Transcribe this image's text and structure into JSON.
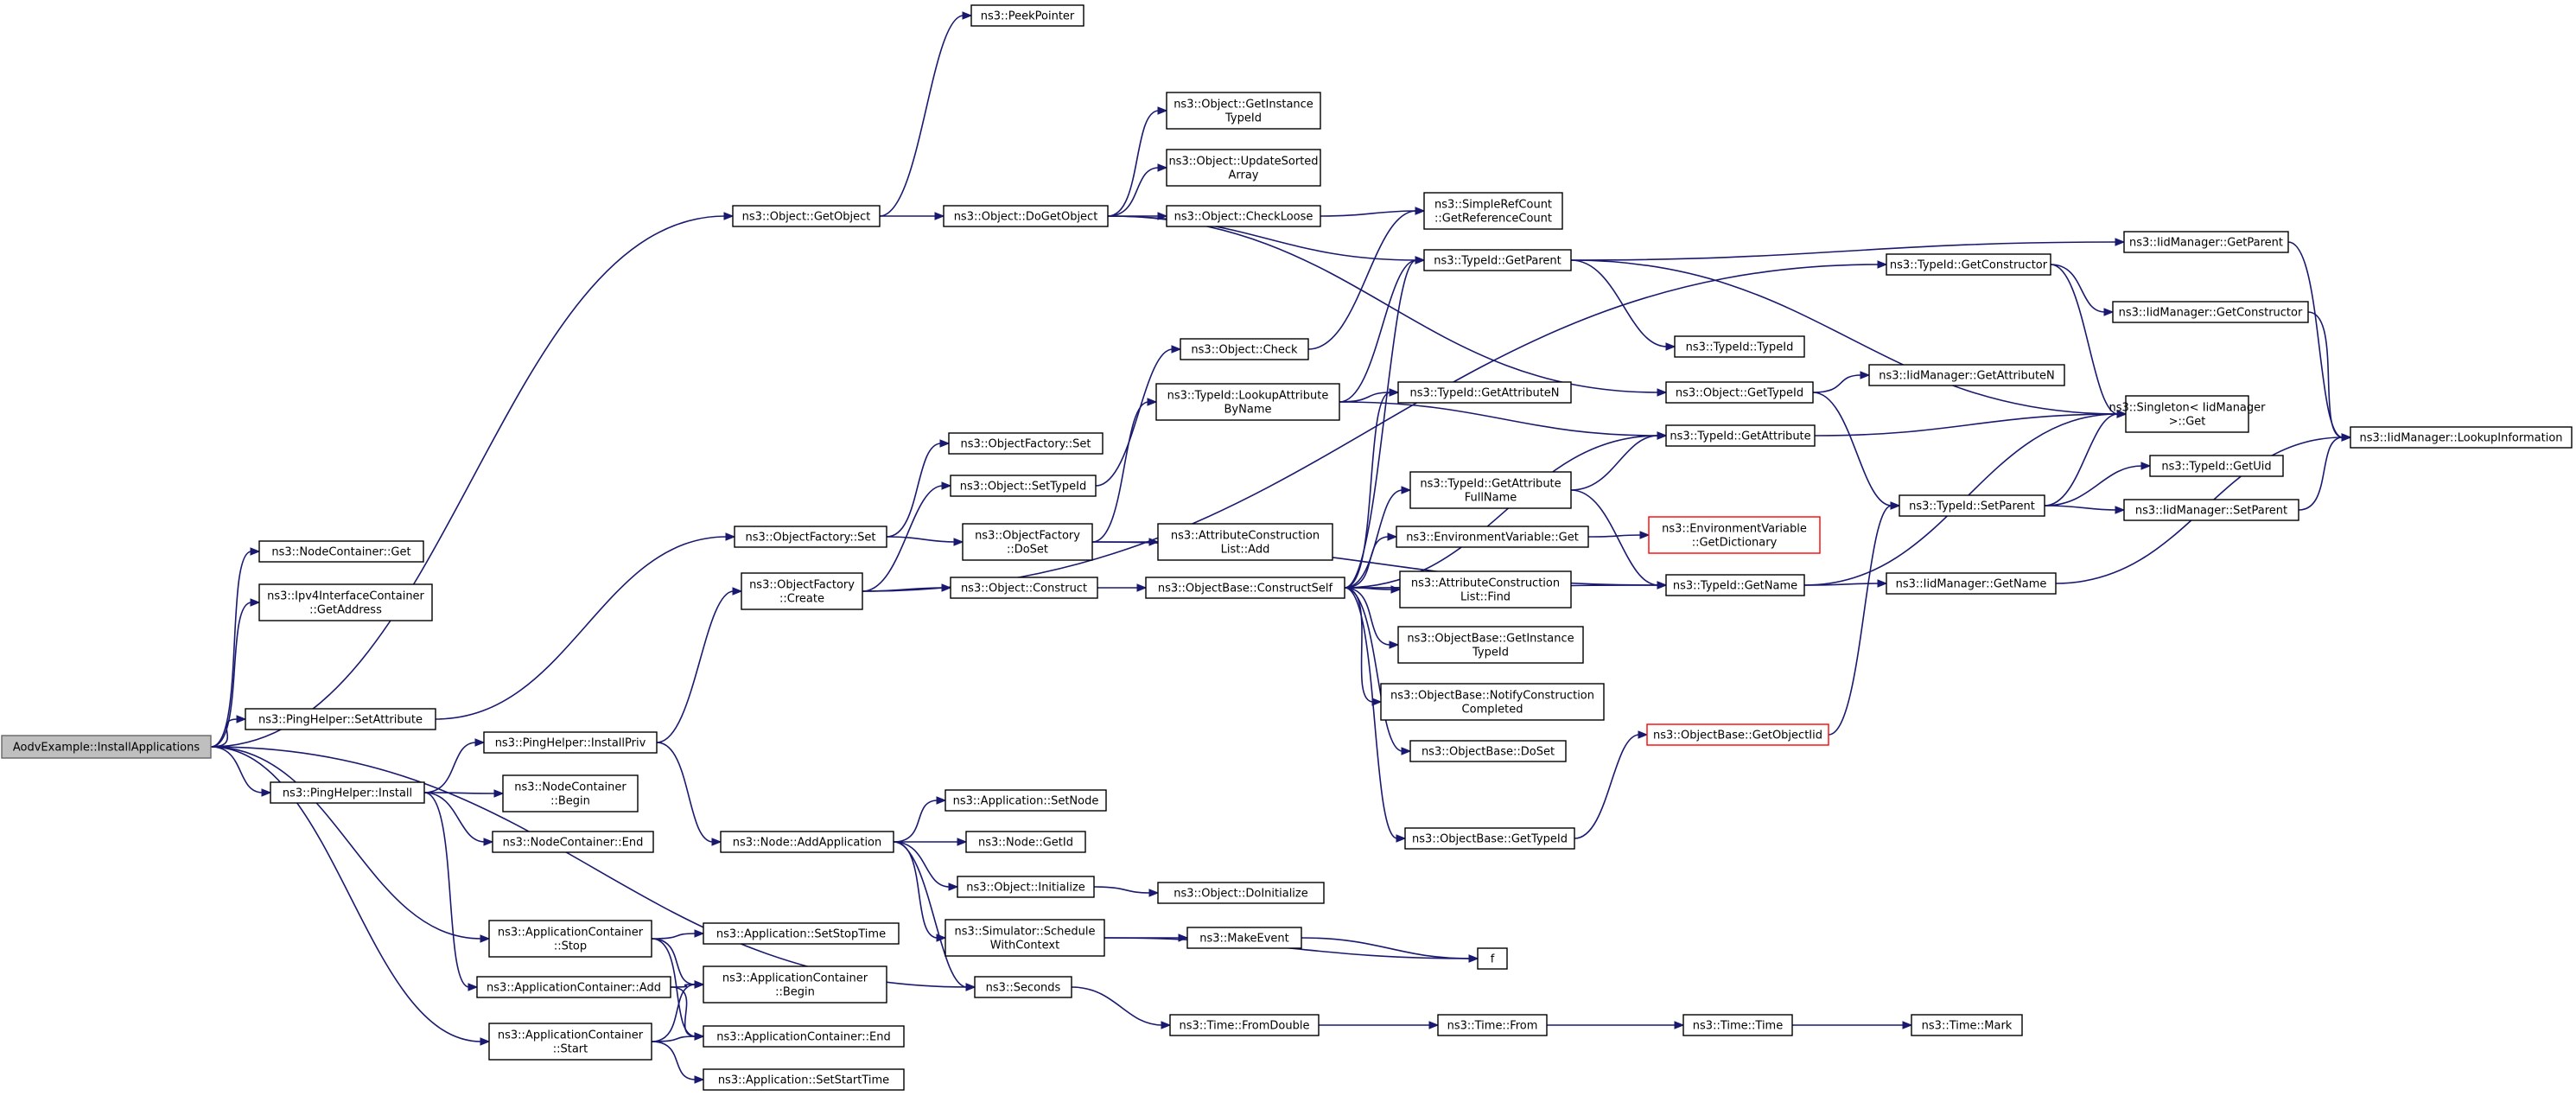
{
  "colors": {
    "edge": "#191970",
    "node_border": "#000000",
    "root_fill": "#bfbfbf",
    "missing_border": "#ff0000",
    "background": "#ffffff"
  },
  "nodes": [
    {
      "id": "root",
      "lines": [
        "AodvExample::InstallApplications"
      ],
      "style": "root"
    },
    {
      "id": "nc_get",
      "lines": [
        "ns3::NodeContainer::Get"
      ]
    },
    {
      "id": "ipv4_getaddr",
      "lines": [
        "ns3::Ipv4InterfaceContainer",
        "::GetAddress"
      ]
    },
    {
      "id": "obj_getobject",
      "lines": [
        "ns3::Object::GetObject"
      ]
    },
    {
      "id": "peekpointer",
      "lines": [
        "ns3::PeekPointer"
      ]
    },
    {
      "id": "obj_dogetobject",
      "lines": [
        "ns3::Object::DoGetObject"
      ]
    },
    {
      "id": "obj_getinstancetypeid",
      "lines": [
        "ns3::Object::GetInstance",
        "TypeId"
      ]
    },
    {
      "id": "obj_updatesorted",
      "lines": [
        "ns3::Object::UpdateSorted",
        "Array"
      ]
    },
    {
      "id": "obj_checkloose",
      "lines": [
        "ns3::Object::CheckLoose"
      ]
    },
    {
      "id": "simplerefcount",
      "lines": [
        "ns3::SimpleRefCount",
        "::GetReferenceCount"
      ]
    },
    {
      "id": "typeid_getparent",
      "lines": [
        "ns3::TypeId::GetParent"
      ]
    },
    {
      "id": "typeid_typeid",
      "lines": [
        "ns3::TypeId::TypeId"
      ]
    },
    {
      "id": "typeid_getconstructor",
      "lines": [
        "ns3::TypeId::GetConstructor"
      ]
    },
    {
      "id": "iid_getparent",
      "lines": [
        "ns3::IidManager::GetParent"
      ]
    },
    {
      "id": "iid_getconstructor",
      "lines": [
        "ns3::IidManager::GetConstructor"
      ]
    },
    {
      "id": "singleton_get",
      "lines": [
        "ns3::Singleton< IidManager",
        " >::Get"
      ]
    },
    {
      "id": "iid_lookupinfo",
      "lines": [
        "ns3::IidManager::LookupInformation"
      ]
    },
    {
      "id": "obj_gettypeid",
      "lines": [
        "ns3::Object::GetTypeId"
      ]
    },
    {
      "id": "iid_getattributen",
      "lines": [
        "ns3::IidManager::GetAttributeN"
      ]
    },
    {
      "id": "typeid_getattribute",
      "lines": [
        "ns3::TypeId::GetAttribute"
      ]
    },
    {
      "id": "typeid_getuid",
      "lines": [
        "ns3::TypeId::GetUid"
      ]
    },
    {
      "id": "typeid_setparent",
      "lines": [
        "ns3::TypeId::SetParent"
      ]
    },
    {
      "id": "iid_setparent",
      "lines": [
        "ns3::IidManager::SetParent"
      ]
    },
    {
      "id": "typeid_getname",
      "lines": [
        "ns3::TypeId::GetName"
      ]
    },
    {
      "id": "iid_getname",
      "lines": [
        "ns3::IidManager::GetName"
      ]
    },
    {
      "id": "pinghelper_setattr",
      "lines": [
        "ns3::PingHelper::SetAttribute"
      ]
    },
    {
      "id": "objfactory_set",
      "lines": [
        "ns3::ObjectFactory::Set"
      ]
    },
    {
      "id": "objfactory_set2",
      "lines": [
        "ns3::ObjectFactory::Set"
      ]
    },
    {
      "id": "obj_settypeid",
      "lines": [
        "ns3::Object::SetTypeId"
      ]
    },
    {
      "id": "obj_check",
      "lines": [
        "ns3::Object::Check"
      ]
    },
    {
      "id": "typeid_lookupattr",
      "lines": [
        "ns3::TypeId::LookupAttribute",
        "ByName"
      ]
    },
    {
      "id": "typeid_getattributen",
      "lines": [
        "ns3::TypeId::GetAttributeN"
      ]
    },
    {
      "id": "objfactory_doset",
      "lines": [
        "ns3::ObjectFactory",
        "::DoSet"
      ]
    },
    {
      "id": "attrconstr_add",
      "lines": [
        "ns3::AttributeConstruction",
        "List::Add"
      ]
    },
    {
      "id": "objfactory_create",
      "lines": [
        "ns3::ObjectFactory",
        "::Create"
      ]
    },
    {
      "id": "obj_construct",
      "lines": [
        "ns3::Object::Construct"
      ]
    },
    {
      "id": "objbase_constructself",
      "lines": [
        "ns3::ObjectBase::ConstructSelf"
      ]
    },
    {
      "id": "typeid_getattrfullname",
      "lines": [
        "ns3::TypeId::GetAttribute",
        "FullName"
      ]
    },
    {
      "id": "envvar_get",
      "lines": [
        "ns3::EnvironmentVariable::Get"
      ]
    },
    {
      "id": "envvar_getdict",
      "lines": [
        "ns3::EnvironmentVariable",
        "::GetDictionary"
      ],
      "style": "red"
    },
    {
      "id": "attrconstr_find",
      "lines": [
        "ns3::AttributeConstruction",
        "List::Find"
      ]
    },
    {
      "id": "objbase_getinstancetypeid",
      "lines": [
        "ns3::ObjectBase::GetInstance",
        "TypeId"
      ]
    },
    {
      "id": "objbase_notify",
      "lines": [
        "ns3::ObjectBase::NotifyConstruction",
        "Completed"
      ]
    },
    {
      "id": "objbase_doset",
      "lines": [
        "ns3::ObjectBase::DoSet"
      ]
    },
    {
      "id": "objbase_getobjectiid",
      "lines": [
        "ns3::ObjectBase::GetObjectIid"
      ],
      "style": "red"
    },
    {
      "id": "objbase_gettypeid",
      "lines": [
        "ns3::ObjectBase::GetTypeId"
      ]
    },
    {
      "id": "pinghelper_installpriv",
      "lines": [
        "ns3::PingHelper::InstallPriv"
      ]
    },
    {
      "id": "pinghelper_install",
      "lines": [
        "ns3::PingHelper::Install"
      ]
    },
    {
      "id": "nc_begin",
      "lines": [
        "ns3::NodeContainer",
        "::Begin"
      ]
    },
    {
      "id": "nc_end",
      "lines": [
        "ns3::NodeContainer::End"
      ]
    },
    {
      "id": "node_addapp",
      "lines": [
        "ns3::Node::AddApplication"
      ]
    },
    {
      "id": "app_setnode",
      "lines": [
        "ns3::Application::SetNode"
      ]
    },
    {
      "id": "node_getid",
      "lines": [
        "ns3::Node::GetId"
      ]
    },
    {
      "id": "obj_initialize",
      "lines": [
        "ns3::Object::Initialize"
      ]
    },
    {
      "id": "obj_doinitialize",
      "lines": [
        "ns3::Object::DoInitialize"
      ]
    },
    {
      "id": "sim_schedule",
      "lines": [
        "ns3::Simulator::Schedule",
        "WithContext"
      ]
    },
    {
      "id": "makeevent",
      "lines": [
        "ns3::MakeEvent"
      ]
    },
    {
      "id": "f",
      "lines": [
        "f"
      ]
    },
    {
      "id": "appcont_stop",
      "lines": [
        "ns3::ApplicationContainer",
        "::Stop"
      ]
    },
    {
      "id": "app_setstoptime",
      "lines": [
        "ns3::Application::SetStopTime"
      ]
    },
    {
      "id": "appcont_add",
      "lines": [
        "ns3::ApplicationContainer::Add"
      ]
    },
    {
      "id": "appcont_begin",
      "lines": [
        "ns3::ApplicationContainer",
        "::Begin"
      ]
    },
    {
      "id": "seconds",
      "lines": [
        "ns3::Seconds"
      ]
    },
    {
      "id": "appcont_start",
      "lines": [
        "ns3::ApplicationContainer",
        "::Start"
      ]
    },
    {
      "id": "appcont_end",
      "lines": [
        "ns3::ApplicationContainer::End"
      ]
    },
    {
      "id": "app_setstarttime",
      "lines": [
        "ns3::Application::SetStartTime"
      ]
    },
    {
      "id": "time_fromdouble",
      "lines": [
        "ns3::Time::FromDouble"
      ]
    },
    {
      "id": "time_from",
      "lines": [
        "ns3::Time::From"
      ]
    },
    {
      "id": "time_time",
      "lines": [
        "ns3::Time::Time"
      ]
    },
    {
      "id": "time_mark",
      "lines": [
        "ns3::Time::Mark"
      ]
    }
  ],
  "edges": [
    [
      "root",
      "nc_get"
    ],
    [
      "root",
      "ipv4_getaddr"
    ],
    [
      "root",
      "obj_getobject"
    ],
    [
      "root",
      "pinghelper_setattr"
    ],
    [
      "root",
      "pinghelper_install"
    ],
    [
      "root",
      "appcont_stop"
    ],
    [
      "root",
      "seconds"
    ],
    [
      "root",
      "appcont_start"
    ],
    [
      "obj_getobject",
      "peekpointer"
    ],
    [
      "obj_getobject",
      "obj_dogetobject"
    ],
    [
      "obj_dogetobject",
      "obj_getinstancetypeid"
    ],
    [
      "obj_dogetobject",
      "obj_updatesorted"
    ],
    [
      "obj_dogetobject",
      "obj_checkloose"
    ],
    [
      "obj_dogetobject",
      "typeid_getparent"
    ],
    [
      "obj_dogetobject",
      "obj_gettypeid"
    ],
    [
      "obj_checkloose",
      "simplerefcount"
    ],
    [
      "typeid_getparent",
      "typeid_typeid"
    ],
    [
      "typeid_getparent",
      "iid_getparent"
    ],
    [
      "typeid_getparent",
      "singleton_get"
    ],
    [
      "typeid_getconstructor",
      "iid_getconstructor"
    ],
    [
      "typeid_getconstructor",
      "singleton_get"
    ],
    [
      "iid_getparent",
      "iid_lookupinfo"
    ],
    [
      "iid_getconstructor",
      "iid_lookupinfo"
    ],
    [
      "obj_gettypeid",
      "iid_getattributen"
    ],
    [
      "obj_gettypeid",
      "typeid_setparent"
    ],
    [
      "typeid_getattribute",
      "singleton_get"
    ],
    [
      "typeid_setparent",
      "singleton_get"
    ],
    [
      "typeid_setparent",
      "typeid_getuid"
    ],
    [
      "typeid_setparent",
      "iid_setparent"
    ],
    [
      "iid_setparent",
      "iid_lookupinfo"
    ],
    [
      "typeid_getname",
      "singleton_get"
    ],
    [
      "typeid_getname",
      "iid_getname"
    ],
    [
      "iid_getname",
      "iid_lookupinfo"
    ],
    [
      "pinghelper_setattr",
      "objfactory_set"
    ],
    [
      "objfactory_set",
      "objfactory_set2"
    ],
    [
      "objfactory_set",
      "objfactory_doset"
    ],
    [
      "objfactory_doset",
      "typeid_lookupattr"
    ],
    [
      "objfactory_doset",
      "attrconstr_add"
    ],
    [
      "objfactory_doset",
      "typeid_getname"
    ],
    [
      "obj_settypeid",
      "obj_check"
    ],
    [
      "obj_check",
      "simplerefcount"
    ],
    [
      "typeid_lookupattr",
      "typeid_getparent"
    ],
    [
      "typeid_lookupattr",
      "typeid_getattributen"
    ],
    [
      "typeid_lookupattr",
      "typeid_getattribute"
    ],
    [
      "objfactory_create",
      "obj_settypeid"
    ],
    [
      "objfactory_create",
      "obj_construct"
    ],
    [
      "objfactory_create",
      "typeid_getconstructor"
    ],
    [
      "obj_construct",
      "objbase_constructself"
    ],
    [
      "objbase_constructself",
      "typeid_getparent"
    ],
    [
      "objbase_constructself",
      "typeid_getattributen"
    ],
    [
      "objbase_constructself",
      "typeid_getattribute"
    ],
    [
      "objbase_constructself",
      "typeid_getattrfullname"
    ],
    [
      "objbase_constructself",
      "envvar_get"
    ],
    [
      "objbase_constructself",
      "attrconstr_find"
    ],
    [
      "objbase_constructself",
      "objbase_getinstancetypeid"
    ],
    [
      "objbase_constructself",
      "objbase_notify"
    ],
    [
      "objbase_constructself",
      "objbase_doset"
    ],
    [
      "objbase_constructself",
      "objbase_gettypeid"
    ],
    [
      "objbase_constructself",
      "typeid_getname"
    ],
    [
      "typeid_getattrfullname",
      "typeid_getattribute"
    ],
    [
      "typeid_getattrfullname",
      "typeid_getname"
    ],
    [
      "envvar_get",
      "envvar_getdict"
    ],
    [
      "objbase_gettypeid",
      "objbase_getobjectiid"
    ],
    [
      "objbase_getobjectiid",
      "typeid_setparent"
    ],
    [
      "pinghelper_install",
      "pinghelper_installpriv"
    ],
    [
      "pinghelper_install",
      "nc_begin"
    ],
    [
      "pinghelper_install",
      "nc_end"
    ],
    [
      "pinghelper_install",
      "appcont_add"
    ],
    [
      "pinghelper_installpriv",
      "objfactory_create"
    ],
    [
      "pinghelper_installpriv",
      "node_addapp"
    ],
    [
      "node_addapp",
      "app_setnode"
    ],
    [
      "node_addapp",
      "node_getid"
    ],
    [
      "node_addapp",
      "obj_initialize"
    ],
    [
      "node_addapp",
      "sim_schedule"
    ],
    [
      "node_addapp",
      "seconds"
    ],
    [
      "obj_initialize",
      "obj_doinitialize"
    ],
    [
      "sim_schedule",
      "makeevent"
    ],
    [
      "sim_schedule",
      "f"
    ],
    [
      "makeevent",
      "f"
    ],
    [
      "appcont_stop",
      "app_setstoptime"
    ],
    [
      "appcont_stop",
      "appcont_begin"
    ],
    [
      "appcont_stop",
      "appcont_end"
    ],
    [
      "appcont_add",
      "appcont_begin"
    ],
    [
      "appcont_add",
      "appcont_end"
    ],
    [
      "appcont_start",
      "appcont_begin"
    ],
    [
      "appcont_start",
      "appcont_end"
    ],
    [
      "appcont_start",
      "app_setstarttime"
    ],
    [
      "seconds",
      "time_fromdouble"
    ],
    [
      "time_fromdouble",
      "time_from"
    ],
    [
      "time_from",
      "time_time"
    ],
    [
      "time_time",
      "time_mark"
    ]
  ]
}
